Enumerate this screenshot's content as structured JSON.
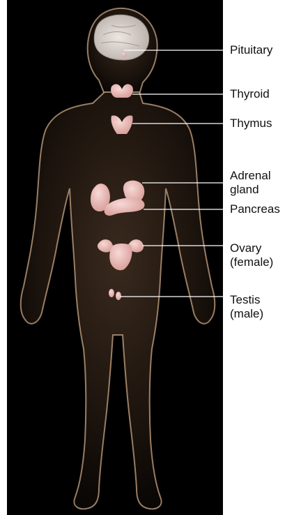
{
  "labels": {
    "pituitary": "Pituitary",
    "thyroid": "Thyroid",
    "thymus": "Thymus",
    "adrenal_line1": "Adrenal",
    "adrenal_line2": "gland",
    "pancreas": "Pancreas",
    "ovary_line1": "Ovary",
    "ovary_line2": "(female)",
    "testis_line1": "Testis",
    "testis_line2": "(male)"
  },
  "colors": {
    "background": "#000000",
    "body_shadow": "#1a120c",
    "body_highlight": "#c9a684",
    "gland": "#e9b8b4",
    "brain": "#d6cfcb",
    "leader_line": "#ffffff"
  }
}
